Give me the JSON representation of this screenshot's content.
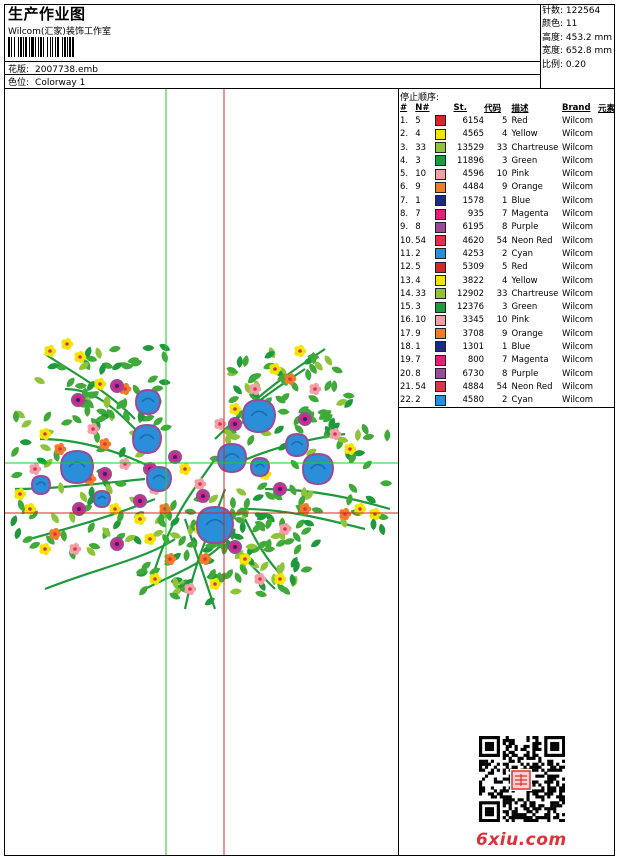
{
  "header": {
    "title": "生产作业图",
    "company": "Wilcom(汇家)装饰工作室",
    "design_label": "花版:",
    "design_value": "2007738.emb",
    "colorway_label": "色位:",
    "colorway_value": "Colorway 1"
  },
  "stats": {
    "stitches": "针数: 122564",
    "colors": "颜色: 11",
    "height": "高度: 453.2 mm",
    "width": "宽度: 652.8 mm",
    "scale": "比例: 0.20"
  },
  "stop_sequence": {
    "label": "停止顺序:",
    "headers": [
      "#",
      "N#",
      "St.",
      "代码",
      "描述",
      "Brand",
      "元素"
    ],
    "rows": [
      {
        "idx": "1.",
        "n": "5",
        "color": "#d62728",
        "st": "6154",
        "code": "5",
        "desc": "Red",
        "brand": "Wilcom"
      },
      {
        "idx": "2.",
        "n": "4",
        "color": "#f2e600",
        "st": "4565",
        "code": "4",
        "desc": "Yellow",
        "brand": "Wilcom"
      },
      {
        "idx": "3.",
        "n": "33",
        "color": "#8fc43a",
        "st": "13529",
        "code": "33",
        "desc": "Chartreuse",
        "brand": "Wilcom"
      },
      {
        "idx": "4.",
        "n": "3",
        "color": "#1e9a3c",
        "st": "11896",
        "code": "3",
        "desc": "Green",
        "brand": "Wilcom"
      },
      {
        "idx": "5.",
        "n": "10",
        "color": "#f2a0a8",
        "st": "4596",
        "code": "10",
        "desc": "Pink",
        "brand": "Wilcom"
      },
      {
        "idx": "6.",
        "n": "9",
        "color": "#f07c28",
        "st": "4484",
        "code": "9",
        "desc": "Orange",
        "brand": "Wilcom"
      },
      {
        "idx": "7.",
        "n": "1",
        "color": "#1a2a80",
        "st": "1578",
        "code": "1",
        "desc": "Blue",
        "brand": "Wilcom"
      },
      {
        "idx": "8.",
        "n": "7",
        "color": "#e0207a",
        "st": "935",
        "code": "7",
        "desc": "Magenta",
        "brand": "Wilcom"
      },
      {
        "idx": "9.",
        "n": "8",
        "color": "#9a4a98",
        "st": "6195",
        "code": "8",
        "desc": "Purple",
        "brand": "Wilcom"
      },
      {
        "idx": "10.",
        "n": "54",
        "color": "#e0304a",
        "st": "4620",
        "code": "54",
        "desc": "Neon Red",
        "brand": "Wilcom"
      },
      {
        "idx": "11.",
        "n": "2",
        "color": "#2a8ed8",
        "st": "4253",
        "code": "2",
        "desc": "Cyan",
        "brand": "Wilcom"
      },
      {
        "idx": "12.",
        "n": "5",
        "color": "#d62728",
        "st": "5309",
        "code": "5",
        "desc": "Red",
        "brand": "Wilcom"
      },
      {
        "idx": "13.",
        "n": "4",
        "color": "#f2e600",
        "st": "3822",
        "code": "4",
        "desc": "Yellow",
        "brand": "Wilcom"
      },
      {
        "idx": "14.",
        "n": "33",
        "color": "#8fc43a",
        "st": "12902",
        "code": "33",
        "desc": "Chartreuse",
        "brand": "Wilcom"
      },
      {
        "idx": "15.",
        "n": "3",
        "color": "#1e9a3c",
        "st": "12376",
        "code": "3",
        "desc": "Green",
        "brand": "Wilcom"
      },
      {
        "idx": "16.",
        "n": "10",
        "color": "#f2a0a8",
        "st": "3345",
        "code": "10",
        "desc": "Pink",
        "brand": "Wilcom"
      },
      {
        "idx": "17.",
        "n": "9",
        "color": "#f07c28",
        "st": "3708",
        "code": "9",
        "desc": "Orange",
        "brand": "Wilcom"
      },
      {
        "idx": "18.",
        "n": "1",
        "color": "#1a2a80",
        "st": "1301",
        "code": "1",
        "desc": "Blue",
        "brand": "Wilcom"
      },
      {
        "idx": "19.",
        "n": "7",
        "color": "#e0207a",
        "st": "800",
        "code": "7",
        "desc": "Magenta",
        "brand": "Wilcom"
      },
      {
        "idx": "20.",
        "n": "8",
        "color": "#9a4a98",
        "st": "6730",
        "code": "8",
        "desc": "Purple",
        "brand": "Wilcom"
      },
      {
        "idx": "21.",
        "n": "54",
        "color": "#e0304a",
        "st": "4884",
        "code": "54",
        "desc": "Neon Red",
        "brand": "Wilcom"
      },
      {
        "idx": "22.",
        "n": "2",
        "color": "#2a8ed8",
        "st": "4580",
        "code": "2",
        "desc": "Cyan",
        "brand": "Wilcom"
      }
    ]
  },
  "watermark": "6xiu.com",
  "guide_colors": {
    "green": "#22cc22",
    "red": "#e02020"
  }
}
